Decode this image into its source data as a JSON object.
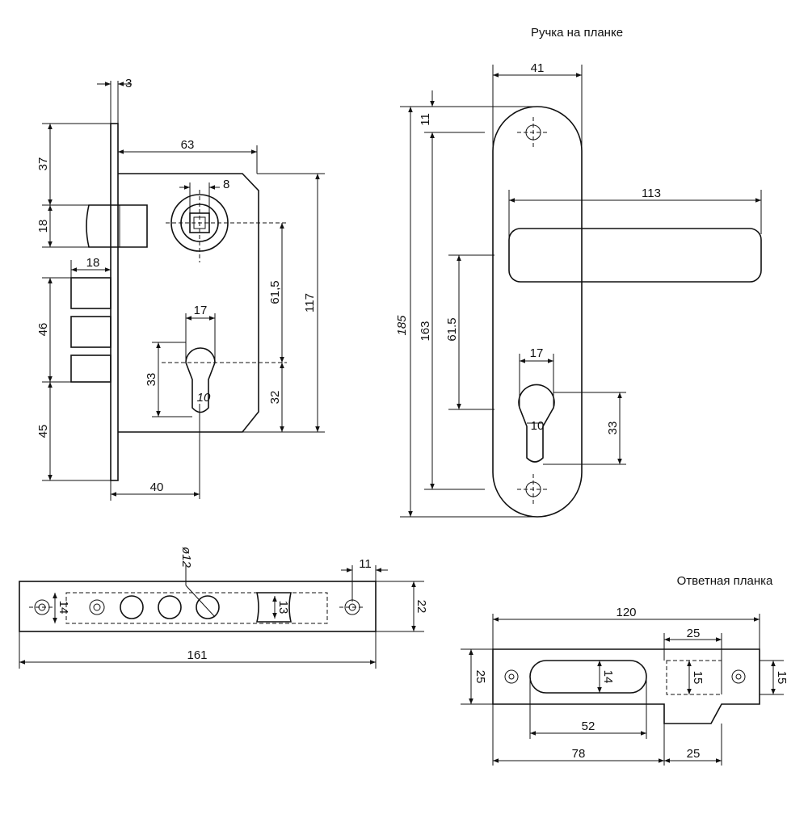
{
  "titles": {
    "handle": "Ручка на планке",
    "strike": "Ответная планка"
  },
  "lock_body": {
    "dims": {
      "face_thickness": "3",
      "top_to_latch": "37",
      "latch_height": "18",
      "bolt_projection": "18",
      "bolts_span": "46",
      "bottom_margin": "45",
      "backset_handle": "63",
      "spindle_square": "8",
      "centre_distance": "61,5",
      "case_height": "117",
      "cylinder_width": "17",
      "cylinder_height": "33",
      "cylinder_narrow": "10",
      "cylinder_to_bottom": "32",
      "backset_cylinder": "40"
    }
  },
  "faceplate": {
    "dims": {
      "hole_diameter": "ø12",
      "edge_offset": "11",
      "inner_height": "14",
      "slot_height": "13",
      "plate_height": "22",
      "plate_length": "161"
    }
  },
  "handle_plate": {
    "dims": {
      "plate_width": "41",
      "top_offset": "11",
      "lever_length": "113",
      "total_height": "185",
      "screw_distance": "163",
      "centre_distance": "61.5",
      "cylinder_width": "17",
      "cylinder_narrow": "10",
      "cylinder_height": "33"
    }
  },
  "strike_plate": {
    "dims": {
      "total_length": "120",
      "tab_width": "25",
      "plate_height": "25",
      "slot_height": "14",
      "tab_inner": "15",
      "tab_height": "15",
      "slot_length": "52",
      "slot_offset": "78",
      "lip_width": "25"
    }
  }
}
